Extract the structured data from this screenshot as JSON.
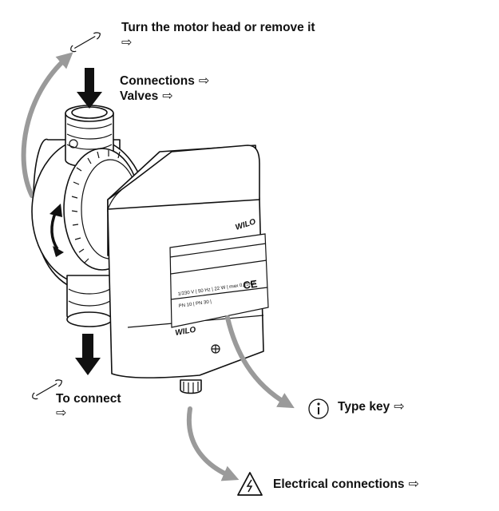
{
  "labels": {
    "motor_head": "Turn the motor head or remove it",
    "connections": "Connections",
    "valves": "Valves",
    "to_connect": "To connect",
    "type_key": "Type key",
    "electrical": "Electrical connections"
  },
  "arrow_glyph": "⇨",
  "nameplate": {
    "brand": "WILO",
    "line1": "1/230 V | 50 Hz | 22 W | max 0,25mA",
    "line2": "PN 10 | PN 30 |",
    "ce": "CE"
  },
  "icons": [
    "wrench-icon",
    "info-icon",
    "electrical-warning-icon",
    "right-arrow-icon",
    "flow-arrow-icon",
    "rotate-arrow-icon"
  ],
  "colors": {
    "line": "#111111",
    "grey_arrow": "#9a9a9a",
    "background": "#ffffff"
  }
}
